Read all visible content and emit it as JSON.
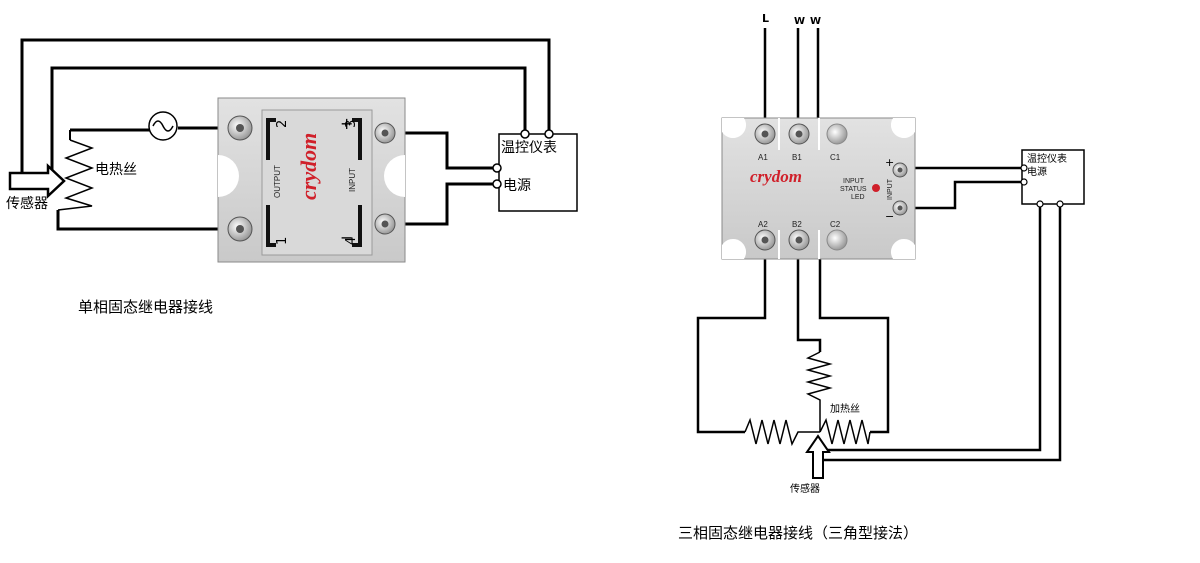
{
  "single_phase": {
    "caption": "单相固态继电器接线",
    "relay": {
      "brand": "crydom",
      "output_label": "OUTPUT",
      "input_label": "INPUT",
      "terminal_2": "2",
      "terminal_1": "1",
      "terminal_3": "3",
      "terminal_4": "4",
      "plus": "+",
      "minus": "−"
    },
    "heater_label": "电热丝",
    "sensor_label": "传感器",
    "controller_label": "温控仪表",
    "power_label": "电源"
  },
  "three_phase": {
    "caption": "三相固态继电器接线（三角型接法）",
    "phase_labels": [
      "L",
      "W",
      "W"
    ],
    "relay": {
      "brand": "crydom",
      "top_terminals": [
        "A1",
        "B1",
        "C1"
      ],
      "bottom_terminals": [
        "A2",
        "B2",
        "C2"
      ],
      "status_text": [
        "INPUT",
        "STATUS",
        "LED"
      ],
      "input_label": "INPUT",
      "plus": "+",
      "minus": "−"
    },
    "controller_label_1": "温控仪表",
    "controller_label_2": "电源",
    "heater_label": "加热丝",
    "sensor_label": "传感器"
  }
}
